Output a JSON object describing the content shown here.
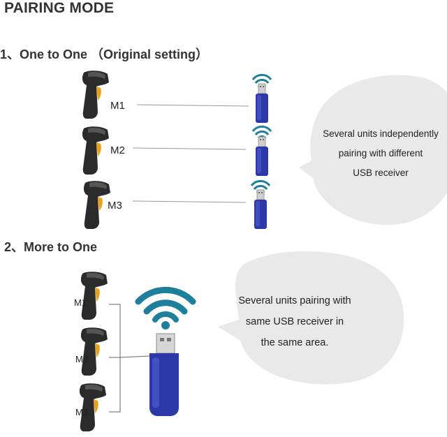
{
  "title": "PAIRING MODE",
  "section1": {
    "heading": "1、One to One （Original setting）",
    "labels": [
      "M1",
      "M2",
      "M3"
    ],
    "bubble_lines": [
      "Several units independently",
      "pairing with different",
      "USB receiver"
    ]
  },
  "section2": {
    "heading": "2、More to One",
    "labels": [
      "M1",
      "M2",
      "M3"
    ],
    "bubble_lines": [
      "Several units pairing with",
      "same USB receiver in",
      "the same area."
    ]
  },
  "colors": {
    "scanner_body": "#2b2b2b",
    "trigger": "#e8a21a",
    "usb_blue": "#2c37a8",
    "wifi": "#1e7f9c",
    "bubble": "#e9e9e9"
  }
}
